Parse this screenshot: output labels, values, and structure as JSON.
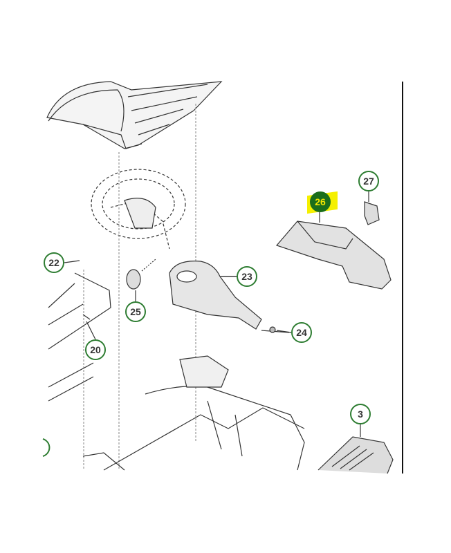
{
  "diagram": {
    "callouts": [
      {
        "id": "22",
        "label": "22"
      },
      {
        "id": "20",
        "label": "20"
      },
      {
        "id": "25",
        "label": "25"
      },
      {
        "id": "23",
        "label": "23"
      },
      {
        "id": "24",
        "label": "24"
      },
      {
        "id": "26",
        "label": "26",
        "highlighted": true
      },
      {
        "id": "27",
        "label": "27"
      },
      {
        "id": "3",
        "label": "3"
      }
    ],
    "colors": {
      "callout_border": "#2e7d32",
      "highlight": "#f5f000",
      "highlight_fill": "#1b6e1b"
    }
  }
}
